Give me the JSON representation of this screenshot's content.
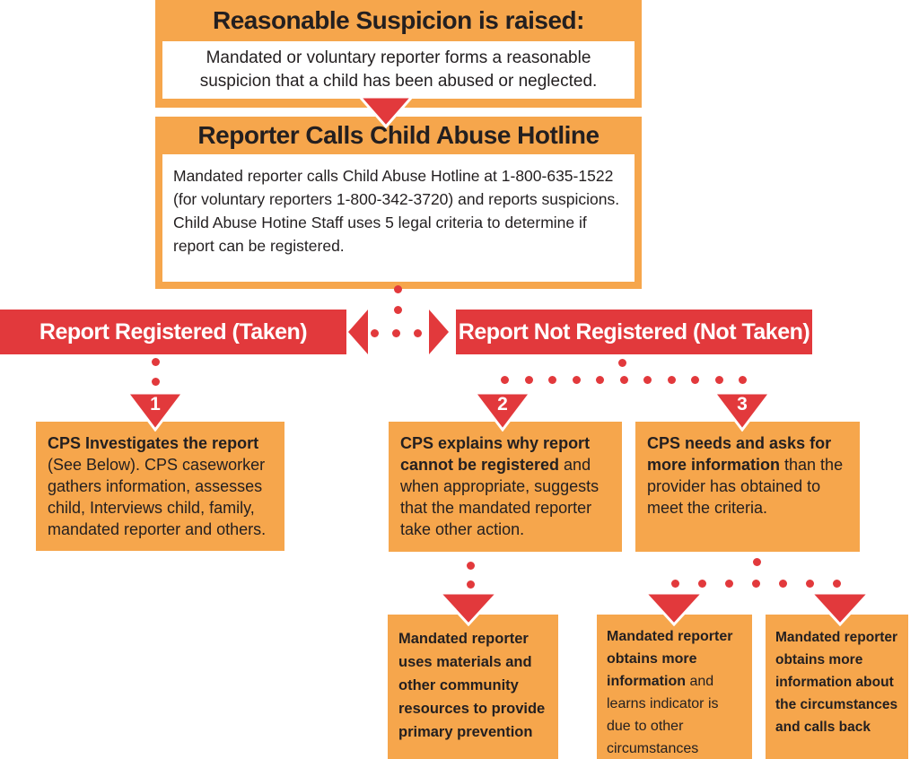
{
  "colors": {
    "orange": "#F6A64C",
    "red": "#E2393C",
    "text": "#231F20",
    "white": "#FFFFFF"
  },
  "flow": {
    "suspicion": {
      "title": "Reasonable Suspicion is raised:",
      "body": "Mandated or voluntary reporter forms a reasonable suspicion that a child has been abused or neglected."
    },
    "hotline": {
      "title": "Reporter Calls Child Abuse Hotline",
      "body": "Mandated reporter calls Child Abuse Hotline at 1-800-635-1522 (for voluntary reporters 1-800-342-3720) and reports suspicions. Child Abuse Hotine Staff uses 5 legal criteria to determine if report can be registered."
    },
    "branches": {
      "registered": "Report Registered (Taken)",
      "not_registered": "Report Not Registered (Not Taken)"
    },
    "steps": {
      "investigate": {
        "number": "1",
        "lead": "CPS Investigates the report",
        "rest": "(See Below). CPS caseworker gathers information, assesses child, Interviews child, family, mandated reporter and others."
      },
      "explain": {
        "number": "2",
        "lead": "CPS explains why report cannot be registered",
        "rest": " and when appropriate, suggests that the mandated reporter take other action."
      },
      "needs_info": {
        "number": "3",
        "lead": "CPS needs and asks for more information",
        "rest": " than the provider has obtained to meet the criteria."
      }
    },
    "outcomes": {
      "prevention": {
        "lead": "Mandated reporter uses materials and other community resources to provide primary prevention"
      },
      "other_circumstances": {
        "lead": "Mandated reporter obtains more information",
        "rest": " and learns indicator is due to other circumstances"
      },
      "calls_back": {
        "lead": "Mandated reporter obtains more information about the circumstances and calls back"
      }
    }
  }
}
